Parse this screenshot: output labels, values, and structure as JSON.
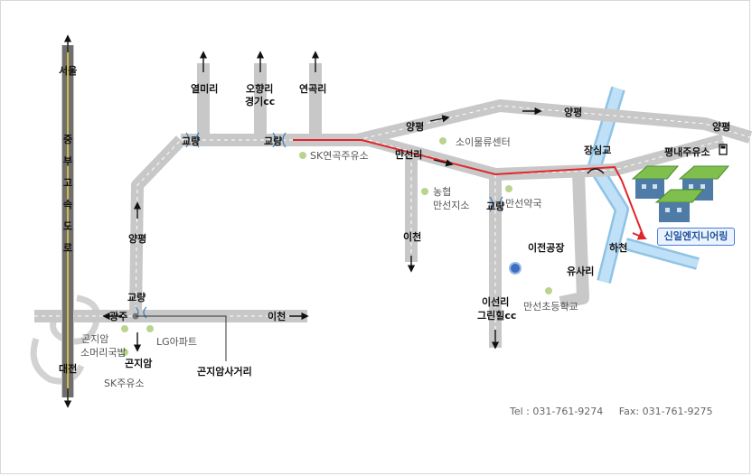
{
  "labels": {
    "expressway_top": "서울",
    "expressway_name_chars": [
      "중",
      "부",
      "고",
      "속",
      "도",
      "로"
    ],
    "expressway_bottom": "대전",
    "yeolmiri": "열미리",
    "ohyangri": "오향리",
    "gyeonggi_cc": "경기cc",
    "yeongokri": "연곡리",
    "gyoryang_1": "교량",
    "gyoryang_2": "교량",
    "gyoryang_3": "교량",
    "gyoryang_4": "교량",
    "sk_yeongok": "SK연곡주유소",
    "yangpyeong_1": "양평",
    "yangpyeong_2": "양평",
    "yangpyeong_3": "양평",
    "yangpyeong_4": "양평",
    "somul_center": "소이물류센터",
    "mansunri": "만선리",
    "jangsimgyo": "장심교",
    "pyeongnae_station": "평내주유소",
    "nonghyeop": "농협",
    "mansun_branch": "만선지소",
    "mansun_pharmacy": "만선약국",
    "icheon_1": "이천",
    "icheon_2": "이천",
    "icheon_factory": "이전공장",
    "hacheon": "하천",
    "yusari": "유사리",
    "destination": "신일엔지니어링",
    "iseonri": "이선리",
    "green_hill": "그린힐cc",
    "mansun_school": "만선초등학교",
    "gwangju": "광주",
    "gonjiam_soup": "곤지암",
    "gonjiam_soup2": "소머리국밥",
    "lg_apt": "LG아파트",
    "gonjiam": "곤지암",
    "sk_station": "SK주유소",
    "gonjiam_intersection": "곤지암사거리"
  },
  "contact": {
    "tel": "Tel : 031-761-9274",
    "fax": "Fax: 031-761-9275"
  },
  "colors": {
    "road": "#c8c8c8",
    "road_dash": "#ffffff",
    "route": "#e0262b",
    "river": "#a9d4f0",
    "roof": "#7fbf4d",
    "house": "#4f7ca6",
    "poi": "#b9d48f"
  },
  "icons": [
    "up-arrow-icon",
    "down-arrow-icon",
    "right-arrow-icon",
    "left-arrow-icon",
    "bridge-icon",
    "gas-station-icon",
    "factory-marker-icon",
    "house-icon"
  ]
}
